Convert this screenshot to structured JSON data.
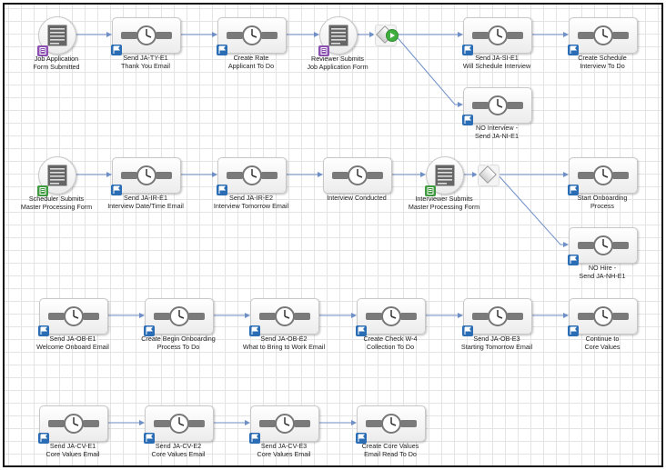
{
  "nodes": [
    {
      "id": "n1",
      "type": "form",
      "badge": "purple",
      "label": "Job Application\nForm Submitted"
    },
    {
      "id": "n2",
      "type": "task",
      "badge": "flag",
      "label": "Send JA-TY-E1\nThank You Email"
    },
    {
      "id": "n3",
      "type": "task",
      "badge": "flag",
      "label": "Create Rate\nApplicant To Do"
    },
    {
      "id": "n4",
      "type": "form",
      "badge": "purple",
      "label": "Reviewer Submits\nJob Application Form"
    },
    {
      "id": "n5",
      "type": "task",
      "badge": "flag",
      "label": "Send JA-SI-E1\nWill Schedule Interview"
    },
    {
      "id": "n6",
      "type": "task",
      "badge": "flag",
      "label": "Create Schedule\nInterview To Do"
    },
    {
      "id": "n7",
      "type": "task",
      "badge": "flag",
      "label": "NO Interview -\nSend JA-NI-E1"
    },
    {
      "id": "n8",
      "type": "form",
      "badge": "green",
      "label": "Scheduler Submits\nMaster Processing Form"
    },
    {
      "id": "n9",
      "type": "task",
      "badge": "flag",
      "label": "Send JA-IR-E1\nInterview Date/Time Email"
    },
    {
      "id": "n10",
      "type": "task",
      "badge": "flag",
      "label": "Send JA-IR-E2\nInterview Tomorrow Email"
    },
    {
      "id": "n11",
      "type": "task",
      "badge": "none",
      "label": "Interview Conducted"
    },
    {
      "id": "n12",
      "type": "form",
      "badge": "green",
      "label": "Interviewer Submits\nMaster Processing Form"
    },
    {
      "id": "n13",
      "type": "task",
      "badge": "flag",
      "label": "Start Onboarding\nProcess"
    },
    {
      "id": "n14",
      "type": "task",
      "badge": "flag",
      "label": "NO Hire -\nSend JA-NH-E1"
    },
    {
      "id": "n15",
      "type": "task",
      "badge": "flag",
      "label": "Send JA-OB-E1\nWelcome Onboard Email"
    },
    {
      "id": "n16",
      "type": "task",
      "badge": "flag",
      "label": "Create Begin Onboarding\nProcess To Do"
    },
    {
      "id": "n17",
      "type": "task",
      "badge": "flag",
      "label": "Send JA-OB-E2\nWhat to Bring to Work Email"
    },
    {
      "id": "n18",
      "type": "task",
      "badge": "flag",
      "label": "Create Check W-4\nCollection To Do"
    },
    {
      "id": "n19",
      "type": "task",
      "badge": "flag",
      "label": "Send JA-OB-E3\nStarting Tomorrow Email"
    },
    {
      "id": "n20",
      "type": "task",
      "badge": "flag",
      "label": "Continue to\nCore Values"
    },
    {
      "id": "n21",
      "type": "task",
      "badge": "flag",
      "label": "Send JA-CV-E1\nCore Values Email"
    },
    {
      "id": "n22",
      "type": "task",
      "badge": "flag",
      "label": "Send JA-CV-E2\nCore Values Email"
    },
    {
      "id": "n23",
      "type": "task",
      "badge": "flag",
      "label": "Send JA-CV-E3\nCore Values Email"
    },
    {
      "id": "n24",
      "type": "task",
      "badge": "flag",
      "label": "Create Core Values\nEmail Read To Do"
    }
  ],
  "gateways": [
    {
      "id": "g1",
      "style": "active"
    },
    {
      "id": "g2",
      "style": "plain"
    }
  ],
  "edges": [
    [
      "n1",
      "n2"
    ],
    [
      "n2",
      "n3"
    ],
    [
      "n3",
      "n4"
    ],
    [
      "n4",
      "g1"
    ],
    [
      "g1",
      "n5"
    ],
    [
      "n5",
      "n6"
    ],
    [
      "g1",
      "n7"
    ],
    [
      "n8",
      "n9"
    ],
    [
      "n9",
      "n10"
    ],
    [
      "n10",
      "n11"
    ],
    [
      "n11",
      "n12"
    ],
    [
      "n12",
      "g2"
    ],
    [
      "g2",
      "n13"
    ],
    [
      "g2",
      "n14"
    ],
    [
      "n15",
      "n16"
    ],
    [
      "n16",
      "n17"
    ],
    [
      "n17",
      "n18"
    ],
    [
      "n18",
      "n19"
    ],
    [
      "n19",
      "n20"
    ],
    [
      "n21",
      "n22"
    ],
    [
      "n22",
      "n23"
    ],
    [
      "n23",
      "n24"
    ]
  ],
  "colors": {
    "edge": "#6f8fc7",
    "flag_badge": "#2a6db5",
    "form_badge_purple": "#8a4fb0",
    "form_badge_green": "#3f9a3f",
    "gateway_active": "#3fae3f"
  }
}
